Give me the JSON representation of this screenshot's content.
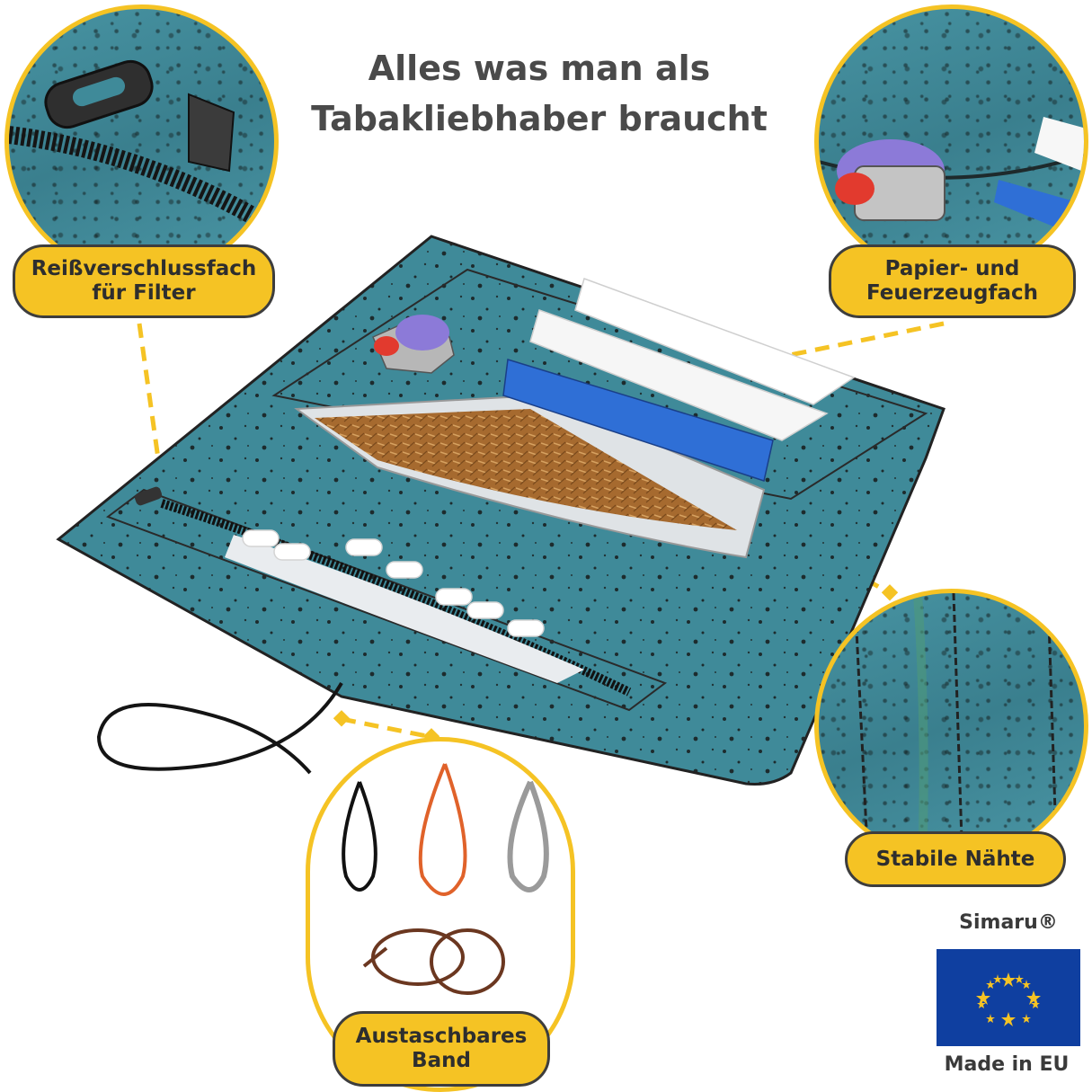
{
  "title": {
    "line1": "Alles was man als",
    "line2": "Tabakliebhaber braucht"
  },
  "labels": {
    "zipper": {
      "line1": "Reißverschlussfach",
      "line2": "für Filter"
    },
    "paper": {
      "line1": "Papier- und",
      "line2": "Feuerzeugfach"
    },
    "seams": {
      "line1": "Stabile Nähte"
    },
    "band": {
      "line1": "Austaschbares",
      "line2": "Band"
    }
  },
  "brand": {
    "name": "Simaru®",
    "origin": "Made in EU"
  },
  "colors": {
    "accent": "#f5c324",
    "cork": "#3f8a99",
    "eu_blue": "#0f3fa0"
  }
}
